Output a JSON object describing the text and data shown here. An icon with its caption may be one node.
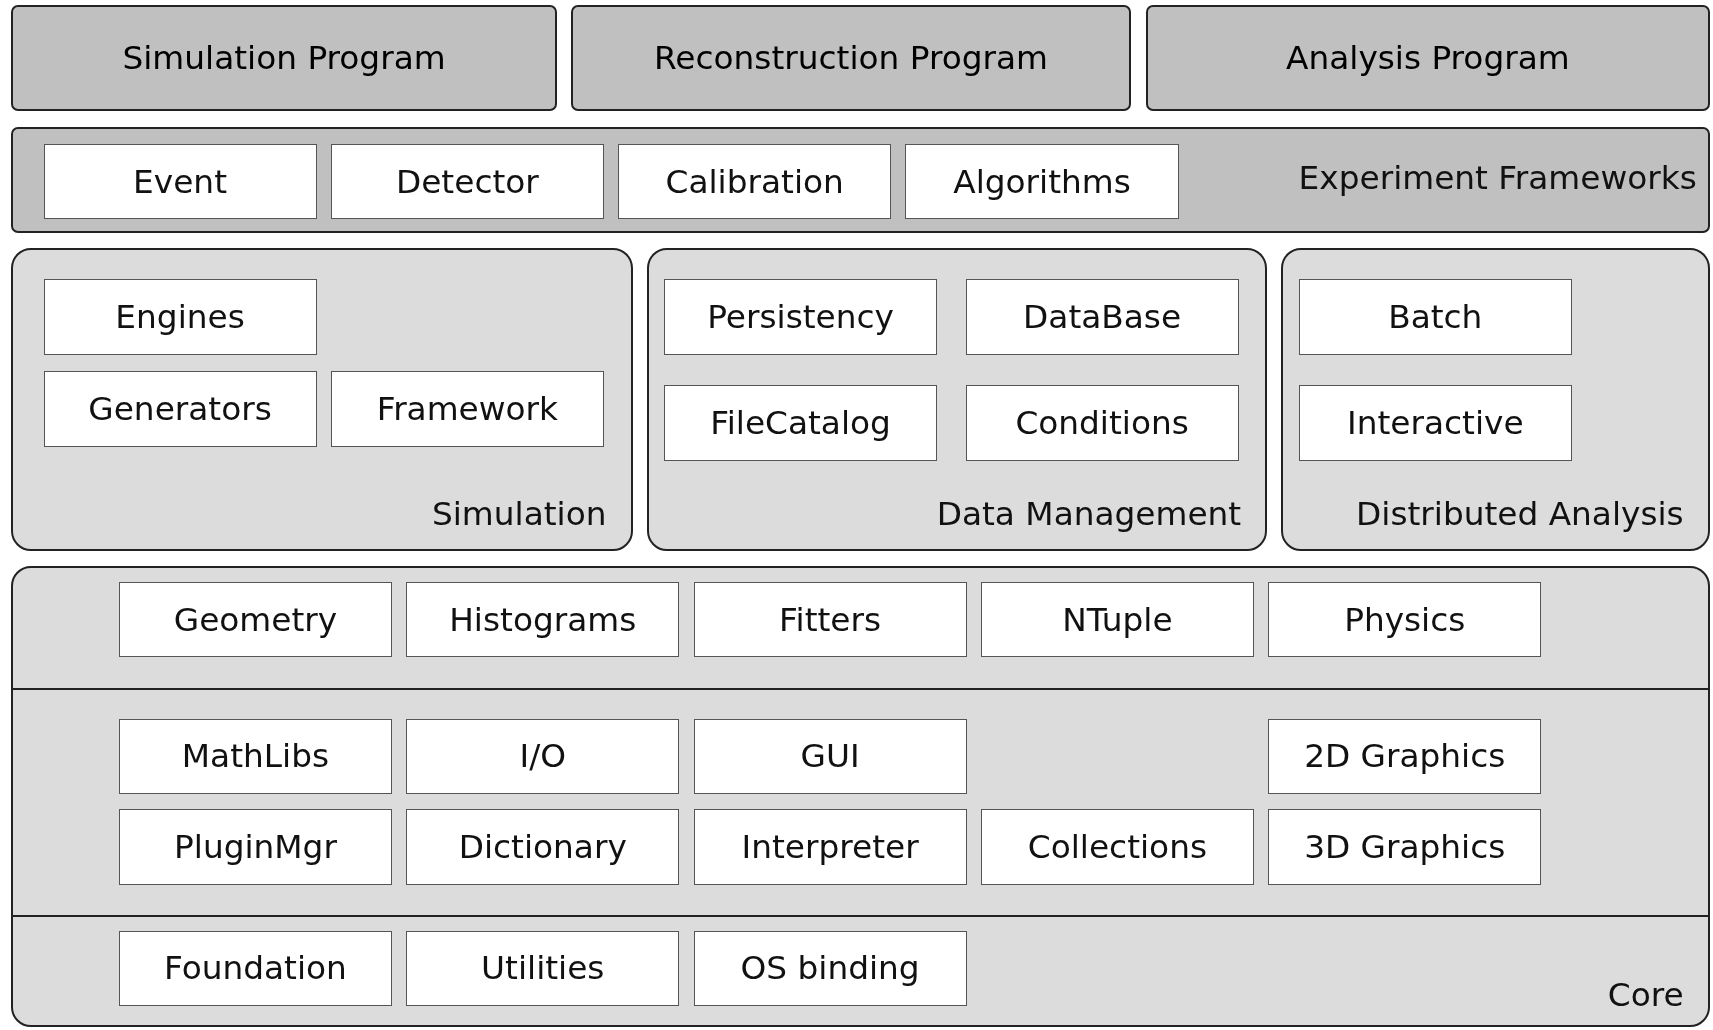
{
  "diagram": {
    "nodes": [
      {
        "text": [
          "Simulation Program"
        ]
      },
      {
        "text": [
          "Reconstruction Program"
        ]
      },
      {
        "text": [
          "Analysis Program"
        ]
      },
      {
        "text": [
          "Experiment Frameworks"
        ]
      },
      {
        "text": [
          "Event"
        ],
        "in": 3
      },
      {
        "text": [
          "Detector"
        ],
        "in": 3
      },
      {
        "text": [
          "Calibration"
        ],
        "in": 3
      },
      {
        "text": [
          "Algorithms"
        ],
        "in": 3
      },
      {
        "text": [
          "Simulation"
        ]
      },
      {
        "text": [
          "Engines"
        ],
        "in": 8
      },
      {
        "text": [
          "Generators"
        ],
        "in": 8
      },
      {
        "text": [
          "Framework"
        ],
        "in": 8
      },
      {
        "text": [
          "Data Management"
        ]
      },
      {
        "text": [
          "Persistency"
        ],
        "in": 12
      },
      {
        "text": [
          "DataBase"
        ],
        "in": 12
      },
      {
        "text": [
          "FileCatalog"
        ],
        "in": 12
      },
      {
        "text": [
          "Conditions"
        ],
        "in": 12
      },
      {
        "text": [
          "Distributed Analysis"
        ]
      },
      {
        "text": [
          "Batch"
        ],
        "in": 17
      },
      {
        "text": [
          "Interactive"
        ],
        "in": 17
      },
      {
        "text": [
          "Core"
        ]
      },
      {
        "text": [
          "Geometry"
        ],
        "in": 20
      },
      {
        "text": [
          "Histograms"
        ],
        "in": 20
      },
      {
        "text": [
          "Fitters"
        ],
        "in": 20
      },
      {
        "text": [
          "NTuple"
        ],
        "in": 20
      },
      {
        "text": [
          "Physics"
        ],
        "in": 20
      },
      {
        "text": [
          "MathLibs"
        ],
        "in": 20
      },
      {
        "text": [
          "I/O"
        ],
        "in": 20
      },
      {
        "text": [
          "GUI"
        ],
        "in": 20
      },
      {
        "text": [
          "2D Graphics"
        ],
        "in": 20
      },
      {
        "text": [
          "PluginMgr"
        ],
        "in": 20
      },
      {
        "text": [
          "Dictionary"
        ],
        "in": 20
      },
      {
        "text": [
          "Interpreter"
        ],
        "in": 20
      },
      {
        "text": [
          "Collections"
        ],
        "in": 20
      },
      {
        "text": [
          "3D Graphics"
        ],
        "in": 20
      },
      {
        "text": [
          "Foundation"
        ],
        "in": 20
      },
      {
        "text": [
          "Utilities"
        ],
        "in": 20
      },
      {
        "text": [
          "OS binding"
        ],
        "in": 20
      }
    ]
  }
}
